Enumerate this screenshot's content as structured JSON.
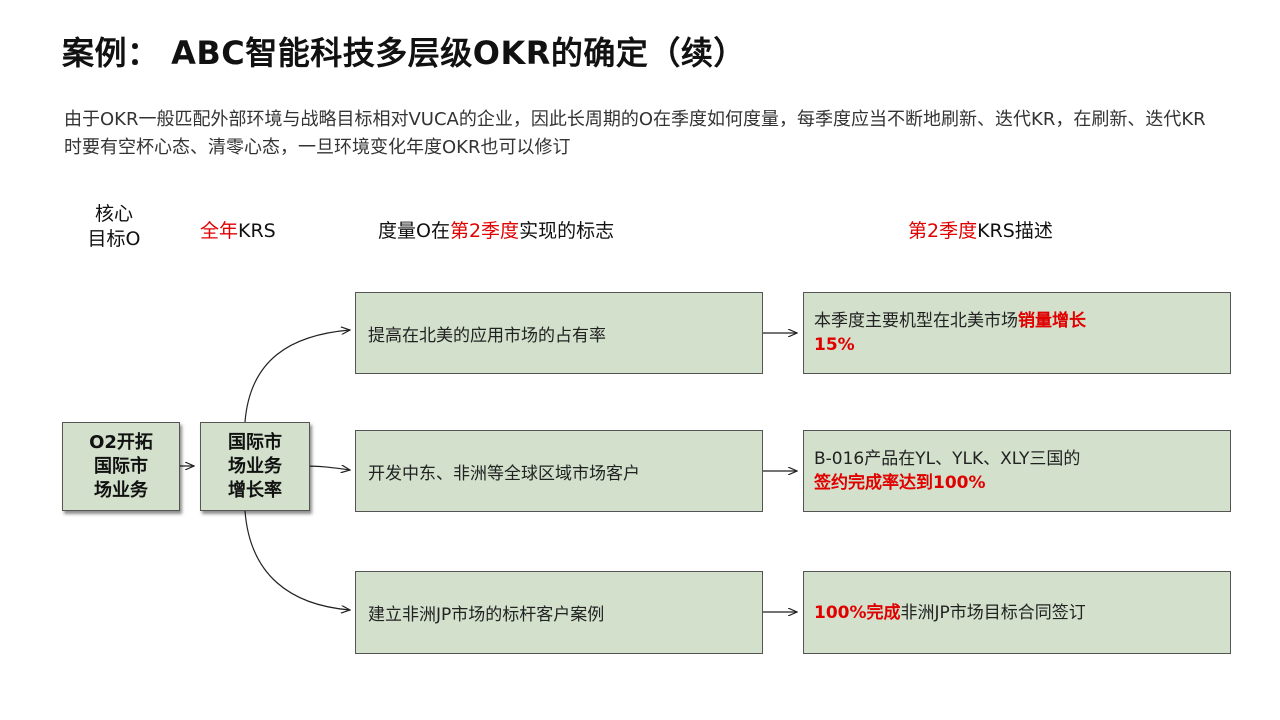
{
  "title": "案例： ABC智能科技多层级OKR的确定（续）",
  "intro": "由于OKR一般匹配外部环境与战略目标相对VUCA的企业，因此长周期的O在季度如何度量，每季度应当不断地刷新、迭代KR，在刷新、迭代KR时要有空杯心态、清零心态，一旦环境变化年度OKR也可以修订",
  "headers": {
    "core_line1": "核心",
    "core_line2": "目标O",
    "krs_red": "全年",
    "krs_black": "KRS",
    "measure_pre": "度量O在",
    "measure_red": "第2季度",
    "measure_post": "实现的标志",
    "desc_red": "第2季度",
    "desc_black": "KRS描述"
  },
  "core_objective": {
    "line1": "O2开拓",
    "line2": "国际市",
    "line3": "场业务"
  },
  "annual_kr": {
    "line1": "国际市",
    "line2": "场业务",
    "line3": "增长率"
  },
  "quarter_signs": [
    {
      "text": "提高在北美的应用市场的占有率"
    },
    {
      "text": "开发中东、非洲等全球区域市场客户"
    },
    {
      "text": "建立非洲JP市场的标杆客户案例"
    }
  ],
  "kr_descriptions": [
    {
      "pre": "本季度主要机型在北美市场",
      "red": "销量增长",
      "line2_red": "15%"
    },
    {
      "pre": "B-016产品在YL、YLK、XLY三国的",
      "line2_red": "签约完成率达到100%"
    },
    {
      "red": "100%完成",
      "post": "非洲JP市场目标合同签订"
    }
  ]
}
